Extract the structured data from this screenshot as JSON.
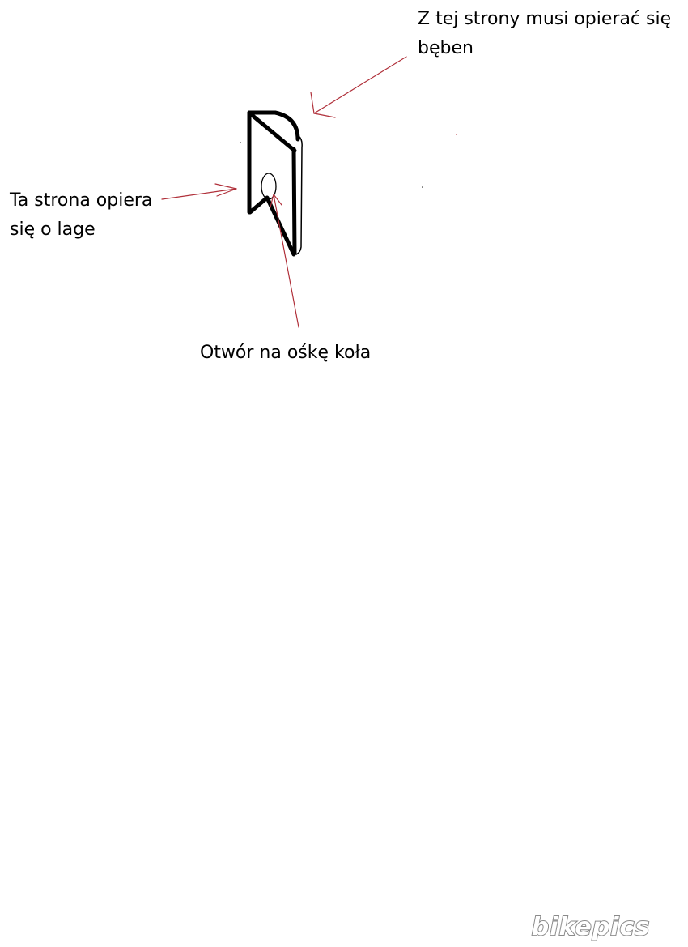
{
  "annotations": {
    "drum_side": {
      "line1": "Z tej strony musi opierać się",
      "line2": "bęben"
    },
    "swingarm_side": {
      "line1": "Ta strona opiera",
      "line2": "się o lage"
    },
    "axle_hole": "Otwór na ośkę koła"
  },
  "colors": {
    "arrow": "#b0303a",
    "outline": "#000000",
    "background": "#ffffff"
  },
  "watermark": "bikepics",
  "icons": [
    "arrow",
    "bracket-part",
    "axle-hole"
  ]
}
